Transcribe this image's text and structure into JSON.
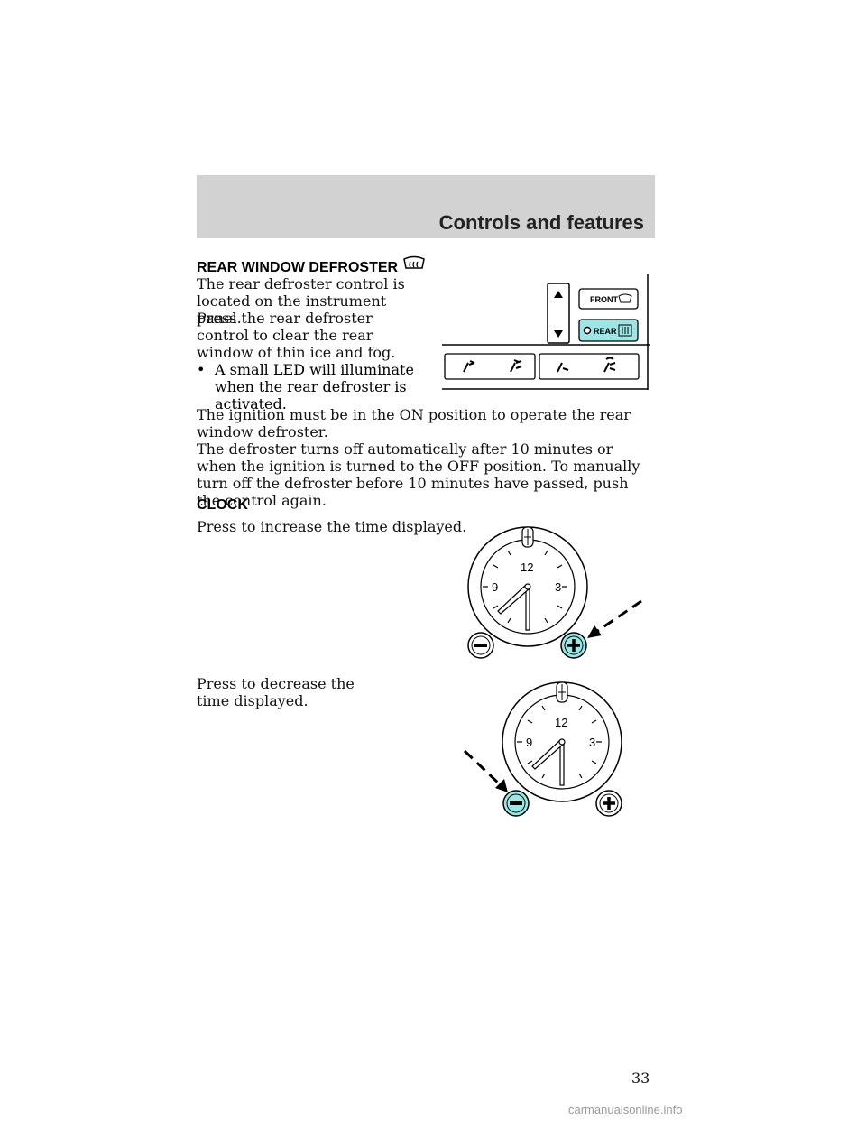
{
  "header": {
    "title": "Controls and features"
  },
  "defroster": {
    "heading": "REAR WINDOW DEFROSTER",
    "heading_icon": "rear-defrost-icon",
    "p1": "The rear defroster control is located on the instrument panel.",
    "p2": "Press the rear defroster control to clear the rear window of thin ice and fog.",
    "bullet": "A small LED will illuminate when the rear defroster is activated.",
    "p3": "The ignition must be in the ON position to operate the rear window defroster.",
    "p4": "The defroster turns off automatically after 10 minutes or when the ignition is turned to the OFF position. To manually turn off the defroster before 10 minutes have passed, push the control again.",
    "panel": {
      "front_label": "FRONT",
      "rear_label": "REAR",
      "rear_button_color": "#9ee6e6"
    }
  },
  "clock": {
    "heading": "CLOCK",
    "increase_text": "Press to increase the time displayed.",
    "decrease_text": "Press to decrease the time displayed.",
    "dial_numbers": [
      "12",
      "9",
      "3"
    ],
    "highlight_color": "#9ee6e6"
  },
  "page_number": "33",
  "watermark": "carmanualsonline.info"
}
